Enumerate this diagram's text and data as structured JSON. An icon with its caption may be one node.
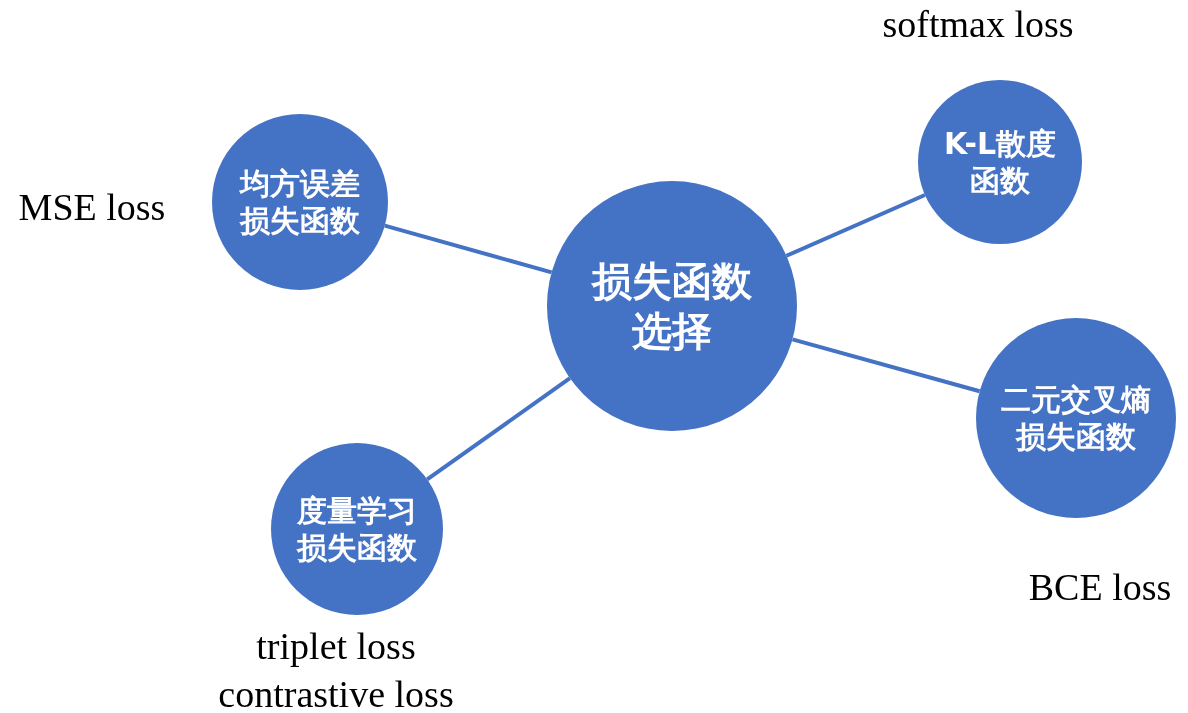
{
  "diagram": {
    "nodes": [
      {
        "text": [
          "损失函数选择"
        ]
      },
      {
        "text": [
          "均方误差损失函数"
        ],
        "beside": [
          "MSE loss"
        ]
      },
      {
        "text": [
          "K-L散度函数"
        ],
        "beside": [
          "softmax loss"
        ]
      },
      {
        "text": [
          "二元交叉熵损失函数"
        ],
        "beside": [
          "BCE loss"
        ]
      },
      {
        "text": [
          "度量学习损失函数"
        ],
        "beside": [
          "triplet loss",
          "contrastive loss"
        ]
      }
    ],
    "edges": [
      {
        "from": 0,
        "to": 1,
        "arrow": "none"
      },
      {
        "from": 0,
        "to": 2,
        "arrow": "none"
      },
      {
        "from": 0,
        "to": 3,
        "arrow": "none"
      },
      {
        "from": 0,
        "to": 4,
        "arrow": "none"
      }
    ]
  }
}
